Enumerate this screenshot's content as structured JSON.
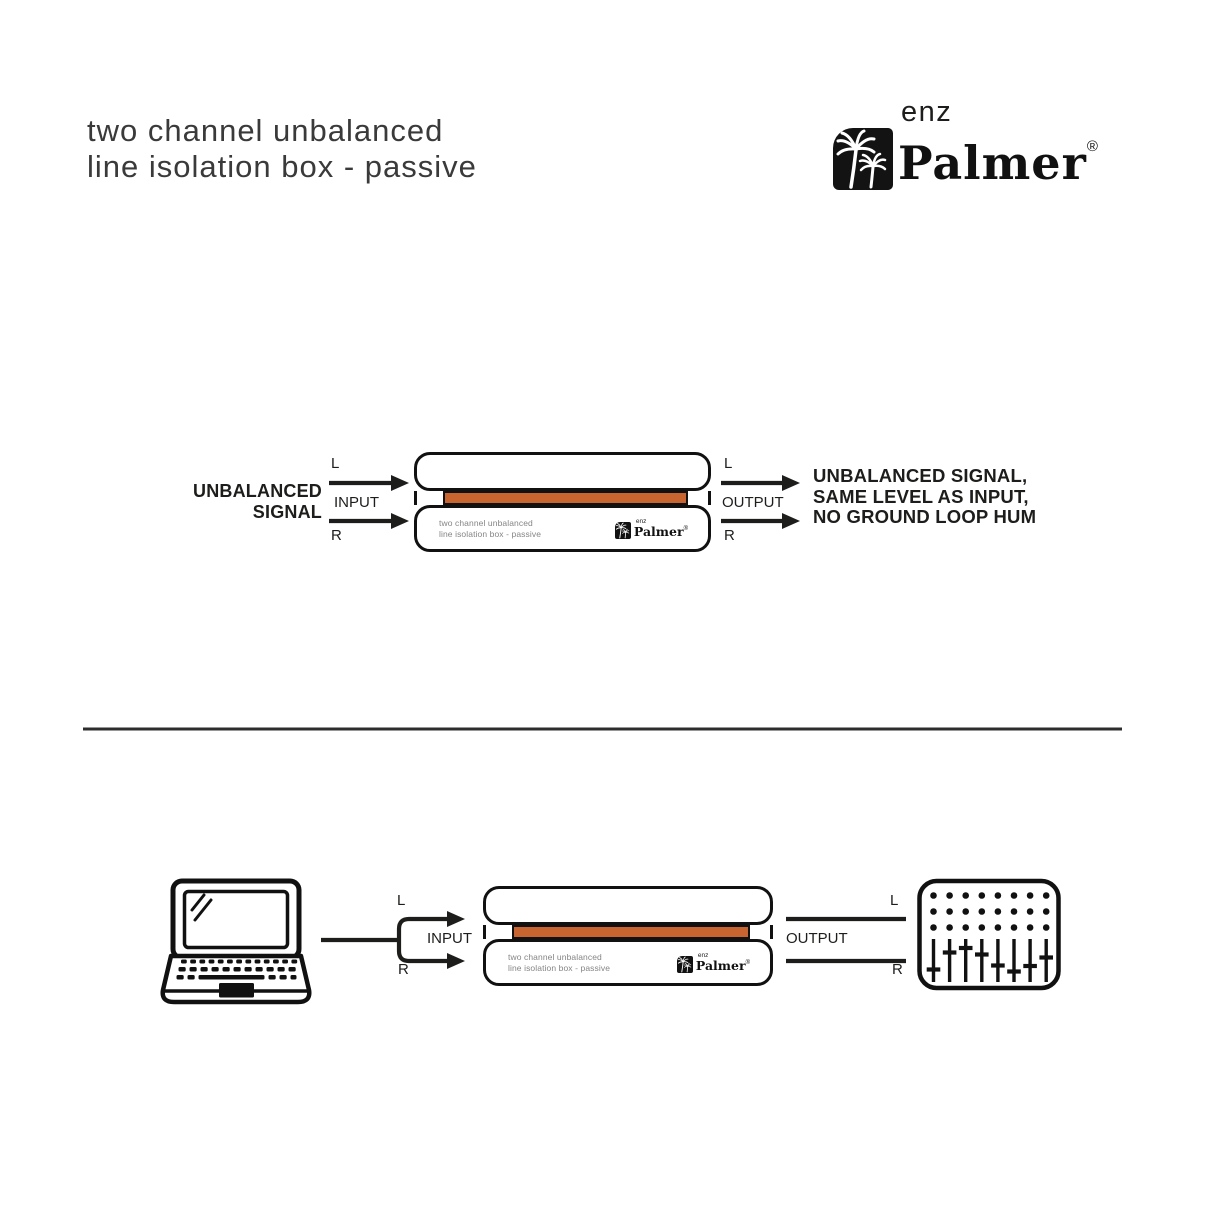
{
  "header": {
    "title_line1": "two channel unbalanced",
    "title_line2": "line isolation box - passive",
    "brand": {
      "sub": "enz",
      "name": "Palmer",
      "registered": "®",
      "logo_icon": "palmer-palm-logo-icon"
    }
  },
  "device": {
    "label_line1": "two channel unbalanced",
    "label_line2": "line isolation box - passive",
    "brand_sub": "enz",
    "brand_name": "Palmer",
    "registered": "®"
  },
  "diagram_top": {
    "source_line1": "UNBALANCED",
    "source_line2": "SIGNAL",
    "input_l": "L",
    "input_label": "INPUT",
    "input_r": "R",
    "output_l": "L",
    "output_label": "OUTPUT",
    "output_r": "R",
    "result_line1": "UNBALANCED SIGNAL,",
    "result_line2": "SAME LEVEL AS INPUT,",
    "result_line3": "NO GROUND LOOP HUM"
  },
  "diagram_bottom": {
    "input_l": "L",
    "input_label": "INPUT",
    "input_r": "R",
    "output_l": "L",
    "output_label": "OUTPUT",
    "output_r": "R",
    "source_icon": "laptop-icon",
    "destination_icon": "mixer-icon"
  },
  "colors": {
    "accent_orange": "#c8642f",
    "ink": "#1d1d1b",
    "label_gray": "#858585",
    "divider": "#2d2d2d"
  }
}
